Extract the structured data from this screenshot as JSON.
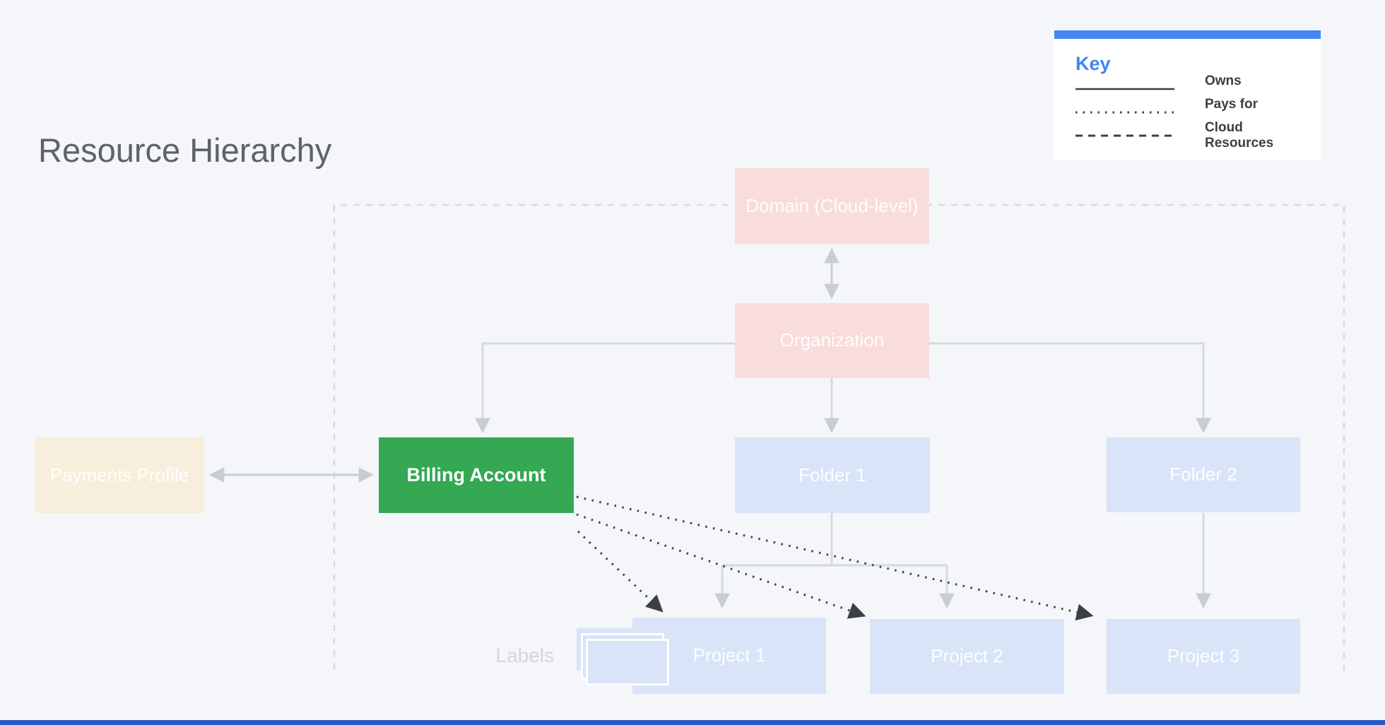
{
  "title": "Resource Hierarchy",
  "legend": {
    "title": "Key",
    "items": [
      {
        "name": "owns",
        "label": "Owns",
        "line_style": "solid"
      },
      {
        "name": "pays-for",
        "label": "Pays for",
        "line_style": "dotted"
      },
      {
        "name": "cloud-resources",
        "label": "Cloud Resources",
        "line_style": "dashed"
      }
    ]
  },
  "nodes": {
    "domain": {
      "label": "Domain (Cloud-level)",
      "color": "#F9DCDC"
    },
    "organization": {
      "label": "Organization",
      "color": "#F9DCDC"
    },
    "payments_profile": {
      "label": "Payments Profile",
      "color": "#F7EFDC"
    },
    "billing_account": {
      "label": "Billing Account",
      "color": "#34A853"
    },
    "folder_1": {
      "label": "Folder 1",
      "color": "#D9E4F8"
    },
    "folder_2": {
      "label": "Folder 2",
      "color": "#D9E4F8"
    },
    "project_1": {
      "label": "Project 1",
      "color": "#D9E4F8"
    },
    "project_2": {
      "label": "Project 2",
      "color": "#D9E4F8"
    },
    "project_3": {
      "label": "Project 3",
      "color": "#D9E4F8"
    }
  },
  "annotations": {
    "labels_caption": "Labels"
  },
  "colors": {
    "background": "#F4F6F9",
    "accent_blue": "#4285F4",
    "highlight_green": "#34A853",
    "connector_gray": "#D6D9DD",
    "pays_for_dark": "#3C4043",
    "bottom_bar_blue": "#2B57C4"
  }
}
